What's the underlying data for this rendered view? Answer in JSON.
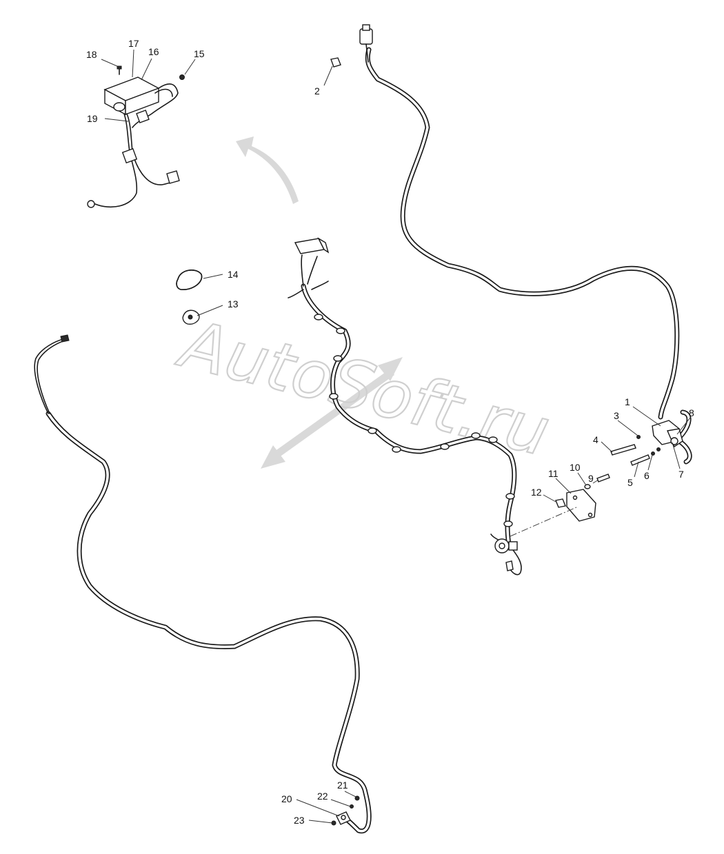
{
  "watermark": "AutoSoft.ru",
  "callouts": [
    "1",
    "2",
    "3",
    "4",
    "5",
    "6",
    "7",
    "8",
    "9",
    "10",
    "11",
    "12",
    "13",
    "14",
    "15",
    "16",
    "17",
    "18",
    "19",
    "20",
    "21",
    "22",
    "23"
  ]
}
